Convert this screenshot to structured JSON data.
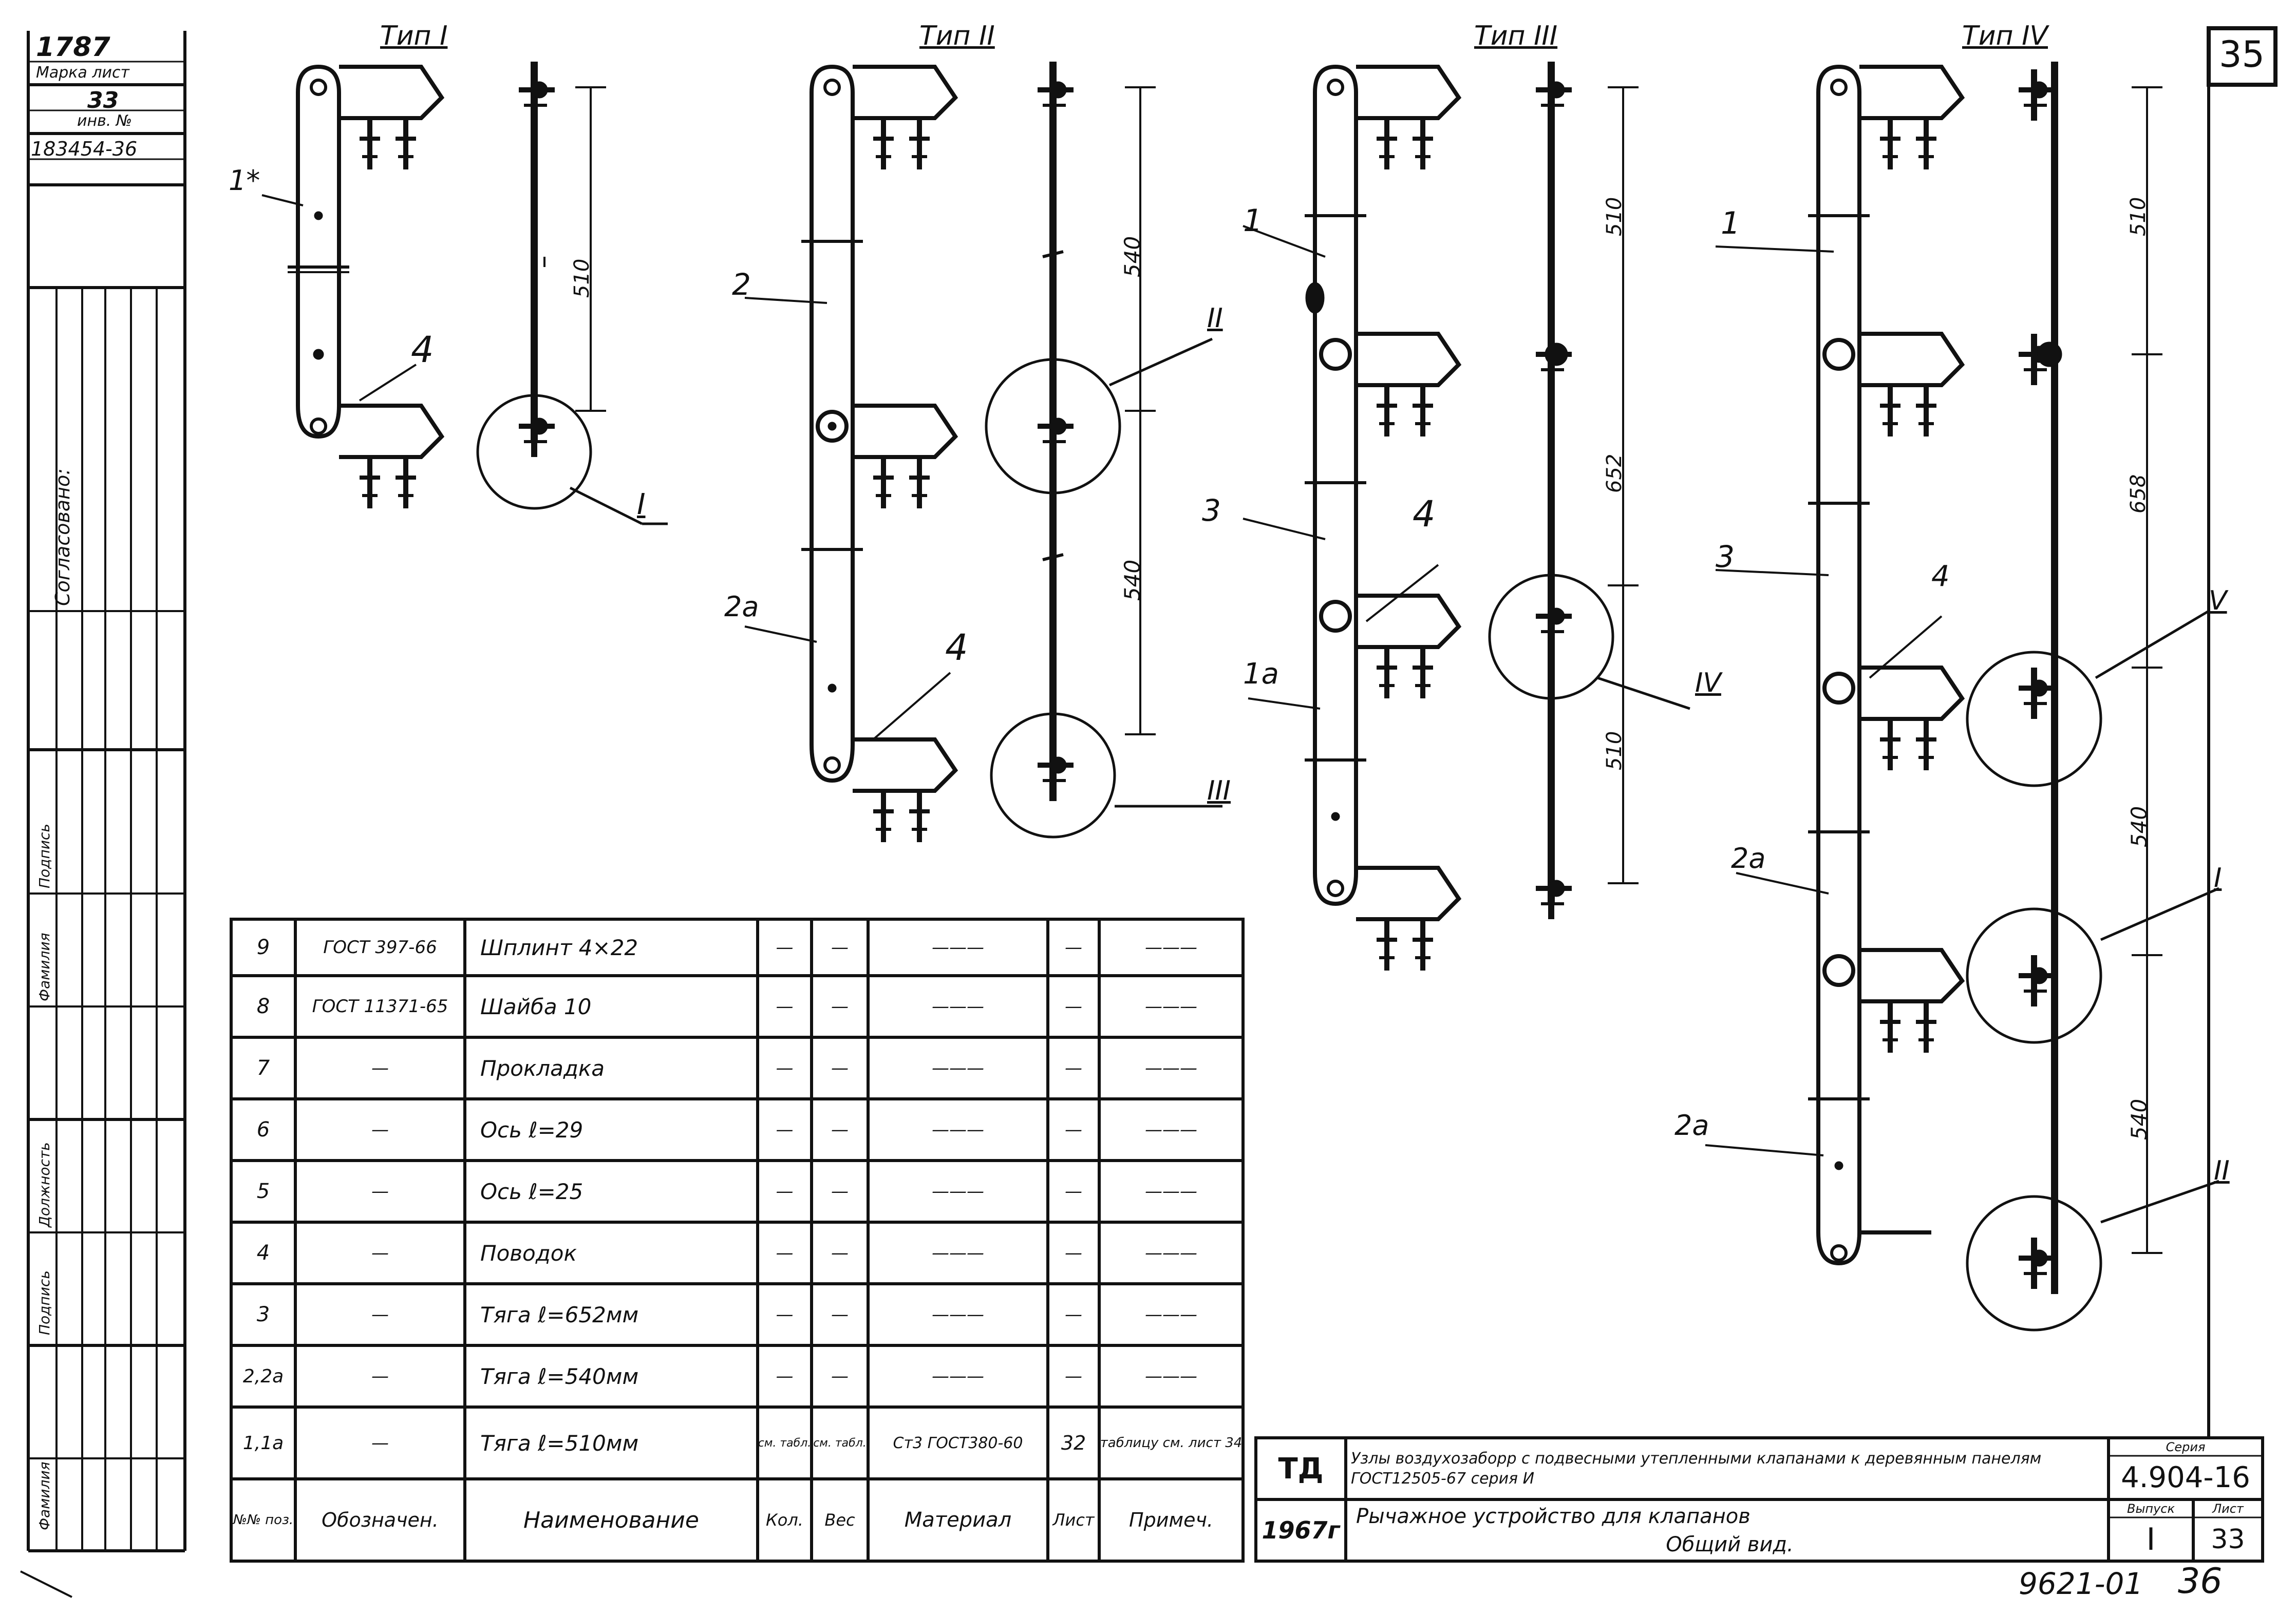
{
  "sheet": {
    "sheet_number_top": "35",
    "bottom_code": "9621-01",
    "bottom_page": "36"
  },
  "stamp_left": {
    "number": "1787",
    "label_top": "Марка лист",
    "sheet": "33",
    "inv_label": "инв. №",
    "inv_number": "183454-36",
    "soglasovano": "Согласовано:",
    "rows": [
      "Фамилия",
      "Подпись",
      "Должность",
      "Фамилия",
      "Подпись"
    ]
  },
  "types": {
    "t1": "Тип I",
    "t2": "Тип II",
    "t3": "Тип III",
    "t4": "Тип IV"
  },
  "callouts": {
    "c1": "1",
    "c1a": "1а",
    "c1star": "1*",
    "c2": "2",
    "c2a": "2а",
    "c3": "3",
    "c4": "4",
    "roman1": "I",
    "roman2": "II",
    "roman3": "III",
    "roman4": "IV",
    "roman5": "V"
  },
  "dimensions": {
    "d510": "510",
    "d540": "540",
    "d652": "652",
    "d658": "658"
  },
  "spec_table": {
    "headers": [
      "№№ поз.",
      "Обозначен.",
      "Наименование",
      "Кол.",
      "Вес",
      "Материал",
      "Лист",
      "Примеч."
    ],
    "rows": [
      {
        "pos": "9",
        "designation": "ГОСТ 397-66",
        "name": "Шплинт 4×22",
        "qty": "—",
        "weight": "—",
        "material": "———",
        "sheet": "—",
        "note": "———"
      },
      {
        "pos": "8",
        "designation": "ГОСТ 11371-65",
        "name": "Шайба 10",
        "qty": "—",
        "weight": "—",
        "material": "———",
        "sheet": "—",
        "note": "———"
      },
      {
        "pos": "7",
        "designation": "—",
        "name": "Прокладка",
        "qty": "—",
        "weight": "—",
        "material": "———",
        "sheet": "—",
        "note": "———"
      },
      {
        "pos": "6",
        "designation": "—",
        "name": "Ось   ℓ=29",
        "qty": "—",
        "weight": "—",
        "material": "———",
        "sheet": "—",
        "note": "———"
      },
      {
        "pos": "5",
        "designation": "—",
        "name": "Ось   ℓ=25",
        "qty": "—",
        "weight": "—",
        "material": "———",
        "sheet": "—",
        "note": "———"
      },
      {
        "pos": "4",
        "designation": "—",
        "name": "Поводок",
        "qty": "—",
        "weight": "—",
        "material": "———",
        "sheet": "—",
        "note": "———"
      },
      {
        "pos": "3",
        "designation": "—",
        "name": "Тяга   ℓ=652мм",
        "qty": "—",
        "weight": "—",
        "material": "———",
        "sheet": "—",
        "note": "———"
      },
      {
        "pos": "2,2а",
        "designation": "—",
        "name": "Тяга   ℓ=540мм",
        "qty": "—",
        "weight": "—",
        "material": "———",
        "sheet": "—",
        "note": "———"
      },
      {
        "pos": "1,1а",
        "designation": "—",
        "name": "Тяга   ℓ=510мм",
        "qty": "см. табл.",
        "weight": "см. табл.",
        "material": "Ст3 ГОСТ380-60",
        "sheet": "32",
        "note": "таблицу см. лист 34"
      }
    ]
  },
  "title_block": {
    "td": "ТД",
    "year": "1967г",
    "title_line1": "Узлы воздухозаборр с подвесными утепленными клапанами к деревянным панелям ГОСТ12505-67 серия И",
    "title_line2": "Рычажное устройство для клапанов",
    "title_line3": "Общий вид.",
    "series_label": "Серия",
    "series_value": "4.904-16",
    "vypusk_label": "Выпуск",
    "vypusk_value": "I",
    "list_label": "Лист",
    "list_value": "33"
  }
}
